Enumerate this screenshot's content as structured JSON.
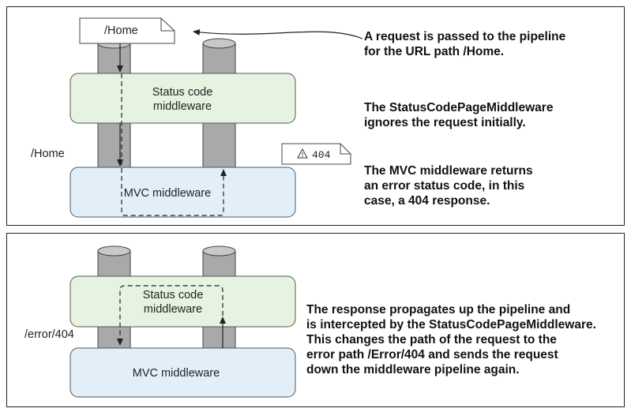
{
  "panel_top": {
    "request_label": "/Home",
    "side_label": "/Home",
    "status_mw_line1": "Status code",
    "status_mw_line2": "middleware",
    "mvc_mw_label": "MVC middleware",
    "response_code": "404",
    "annotations": {
      "a1": [
        "A request is passed to the pipeline",
        "for the URL path /Home."
      ],
      "a2": [
        "The StatusCodePageMiddleware",
        "ignores the request initially."
      ],
      "a3": [
        "The MVC middleware returns",
        "an error status code, in this",
        "case, a 404 response."
      ]
    }
  },
  "panel_bottom": {
    "side_label": "/error/404",
    "status_mw_line1": "Status code",
    "status_mw_line2": "middleware",
    "mvc_mw_label": "MVC middleware",
    "annotation": [
      "The response propagates up the pipeline and",
      "is intercepted by the StatusCodePageMiddleware.",
      "This changes the path of the request to the",
      "error path /Error/404 and sends the request",
      "down the middleware pipeline again."
    ]
  },
  "colors": {
    "status_fill": "#e6f3e0",
    "mvc_fill": "#e2eff9",
    "pipe_fill": "#a9a9a9",
    "pipe_top": "#c8c8c8",
    "stroke": "#333333"
  }
}
